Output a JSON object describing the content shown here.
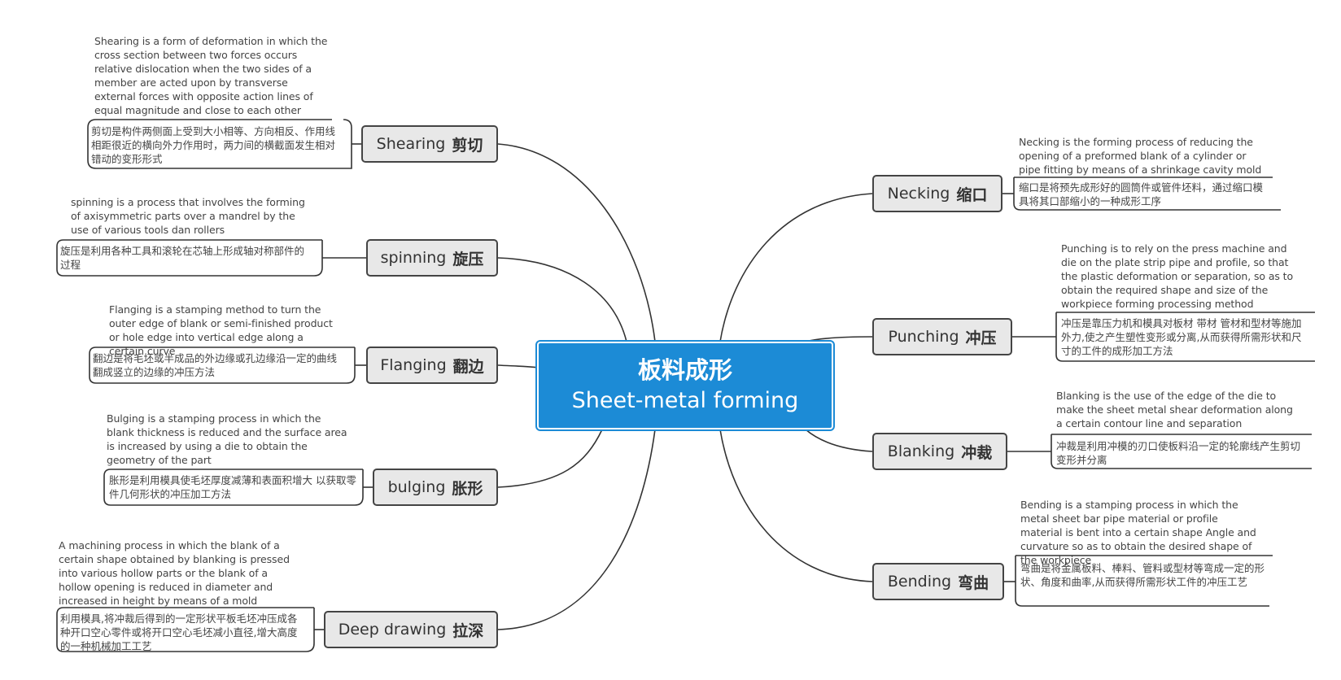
{
  "central": {
    "title_zh": "板料成形",
    "title_en": "Sheet-metal forming"
  },
  "branches": [
    {
      "id": "shearing",
      "label_en": "Shearing",
      "label_zh": "剪切",
      "desc_en": "Shearing is a form of deformation in which the cross section between two forces occurs relative dislocation when the two sides of a member are acted upon by transverse external forces with opposite action lines of equal magnitude and close to each other",
      "desc_zh": "剪切是构件两侧面上受到大小相等、方向相反、作用线相距很近的横向外力作用时，两力间的横截面发生相对错动的变形形式"
    },
    {
      "id": "spinning",
      "label_en": "spinning",
      "label_zh": "旋压",
      "desc_en": "spinning is a process that involves the forming of axisymmetric parts over a mandrel by the use of various tools dan rollers",
      "desc_zh": "旋压是利用各种工具和滚轮在芯轴上形成轴对称部件的过程"
    },
    {
      "id": "flanging",
      "label_en": "Flanging",
      "label_zh": "翻边",
      "desc_en": "Flanging is a stamping method to turn the outer edge of blank or semi-finished product or hole edge into vertical edge along a certain curve",
      "desc_zh": "翻边是将毛坯或半成品的外边缘或孔边缘沿一定的曲线翻成竖立的边缘的冲压方法"
    },
    {
      "id": "bulging",
      "label_en": "bulging",
      "label_zh": "胀形",
      "desc_en": "Bulging is a stamping process in which the blank thickness is reduced and the surface area is increased by using a die to obtain the geometry of the part",
      "desc_zh": "胀形是利用模具使毛坯厚度减薄和表面积增大 以获取零件几何形状的冲压加工方法"
    },
    {
      "id": "deep-drawing",
      "label_en": "Deep drawing",
      "label_zh": "拉深",
      "desc_en": "A machining process in which the blank of a certain shape obtained by blanking is pressed into various hollow parts or the blank of a hollow opening is reduced in diameter and increased in height by means of a mold",
      "desc_zh": "利用模具,将冲裁后得到的一定形状平板毛坯冲压成各种开口空心零件或将开口空心毛坯减小直径,增大高度的一种机械加工工艺"
    },
    {
      "id": "necking",
      "label_en": "Necking",
      "label_zh": "缩口",
      "desc_en": "Necking is the forming process of reducing the opening of a preformed blank of a cylinder or pipe fitting by means of a shrinkage cavity mold",
      "desc_zh": "缩口是将预先成形好的圆筒件或管件坯料，通过缩口模具将其口部缩小的一种成形工序"
    },
    {
      "id": "punching",
      "label_en": "Punching",
      "label_zh": "冲压",
      "desc_en": "Punching is to rely on the press machine and die on the plate strip pipe and profile, so that the plastic deformation or separation, so as to obtain the required shape and size of the workpiece forming processing method",
      "desc_zh": "冲压是靠压力机和模具对板材 带材 管材和型材等施加外力,使之产生塑性变形或分离,从而获得所需形状和尺寸的工件的成形加工方法"
    },
    {
      "id": "blanking",
      "label_en": "Blanking",
      "label_zh": "冲裁",
      "desc_en": "Blanking is the use of the edge of the die to make the sheet metal shear deformation along a certain contour line and separation",
      "desc_zh": "冲裁是利用冲模的刃口使板料沿一定的轮廓线产生剪切变形并分离"
    },
    {
      "id": "bending",
      "label_en": "Bending",
      "label_zh": "弯曲",
      "desc_en": "Bending is a stamping process in which the metal sheet bar pipe material or profile material is bent into a certain shape Angle and curvature so as to obtain the desired shape of the workpiece",
      "desc_zh": "弯曲是将金属板料、棒料、管料或型材等弯成一定的形状、角度和曲率,从而获得所需形状工件的冲压工艺"
    }
  ],
  "colors": {
    "central_fill": "#1c8bd6",
    "topic_fill": "#e8e8e8",
    "line": "#333333"
  }
}
